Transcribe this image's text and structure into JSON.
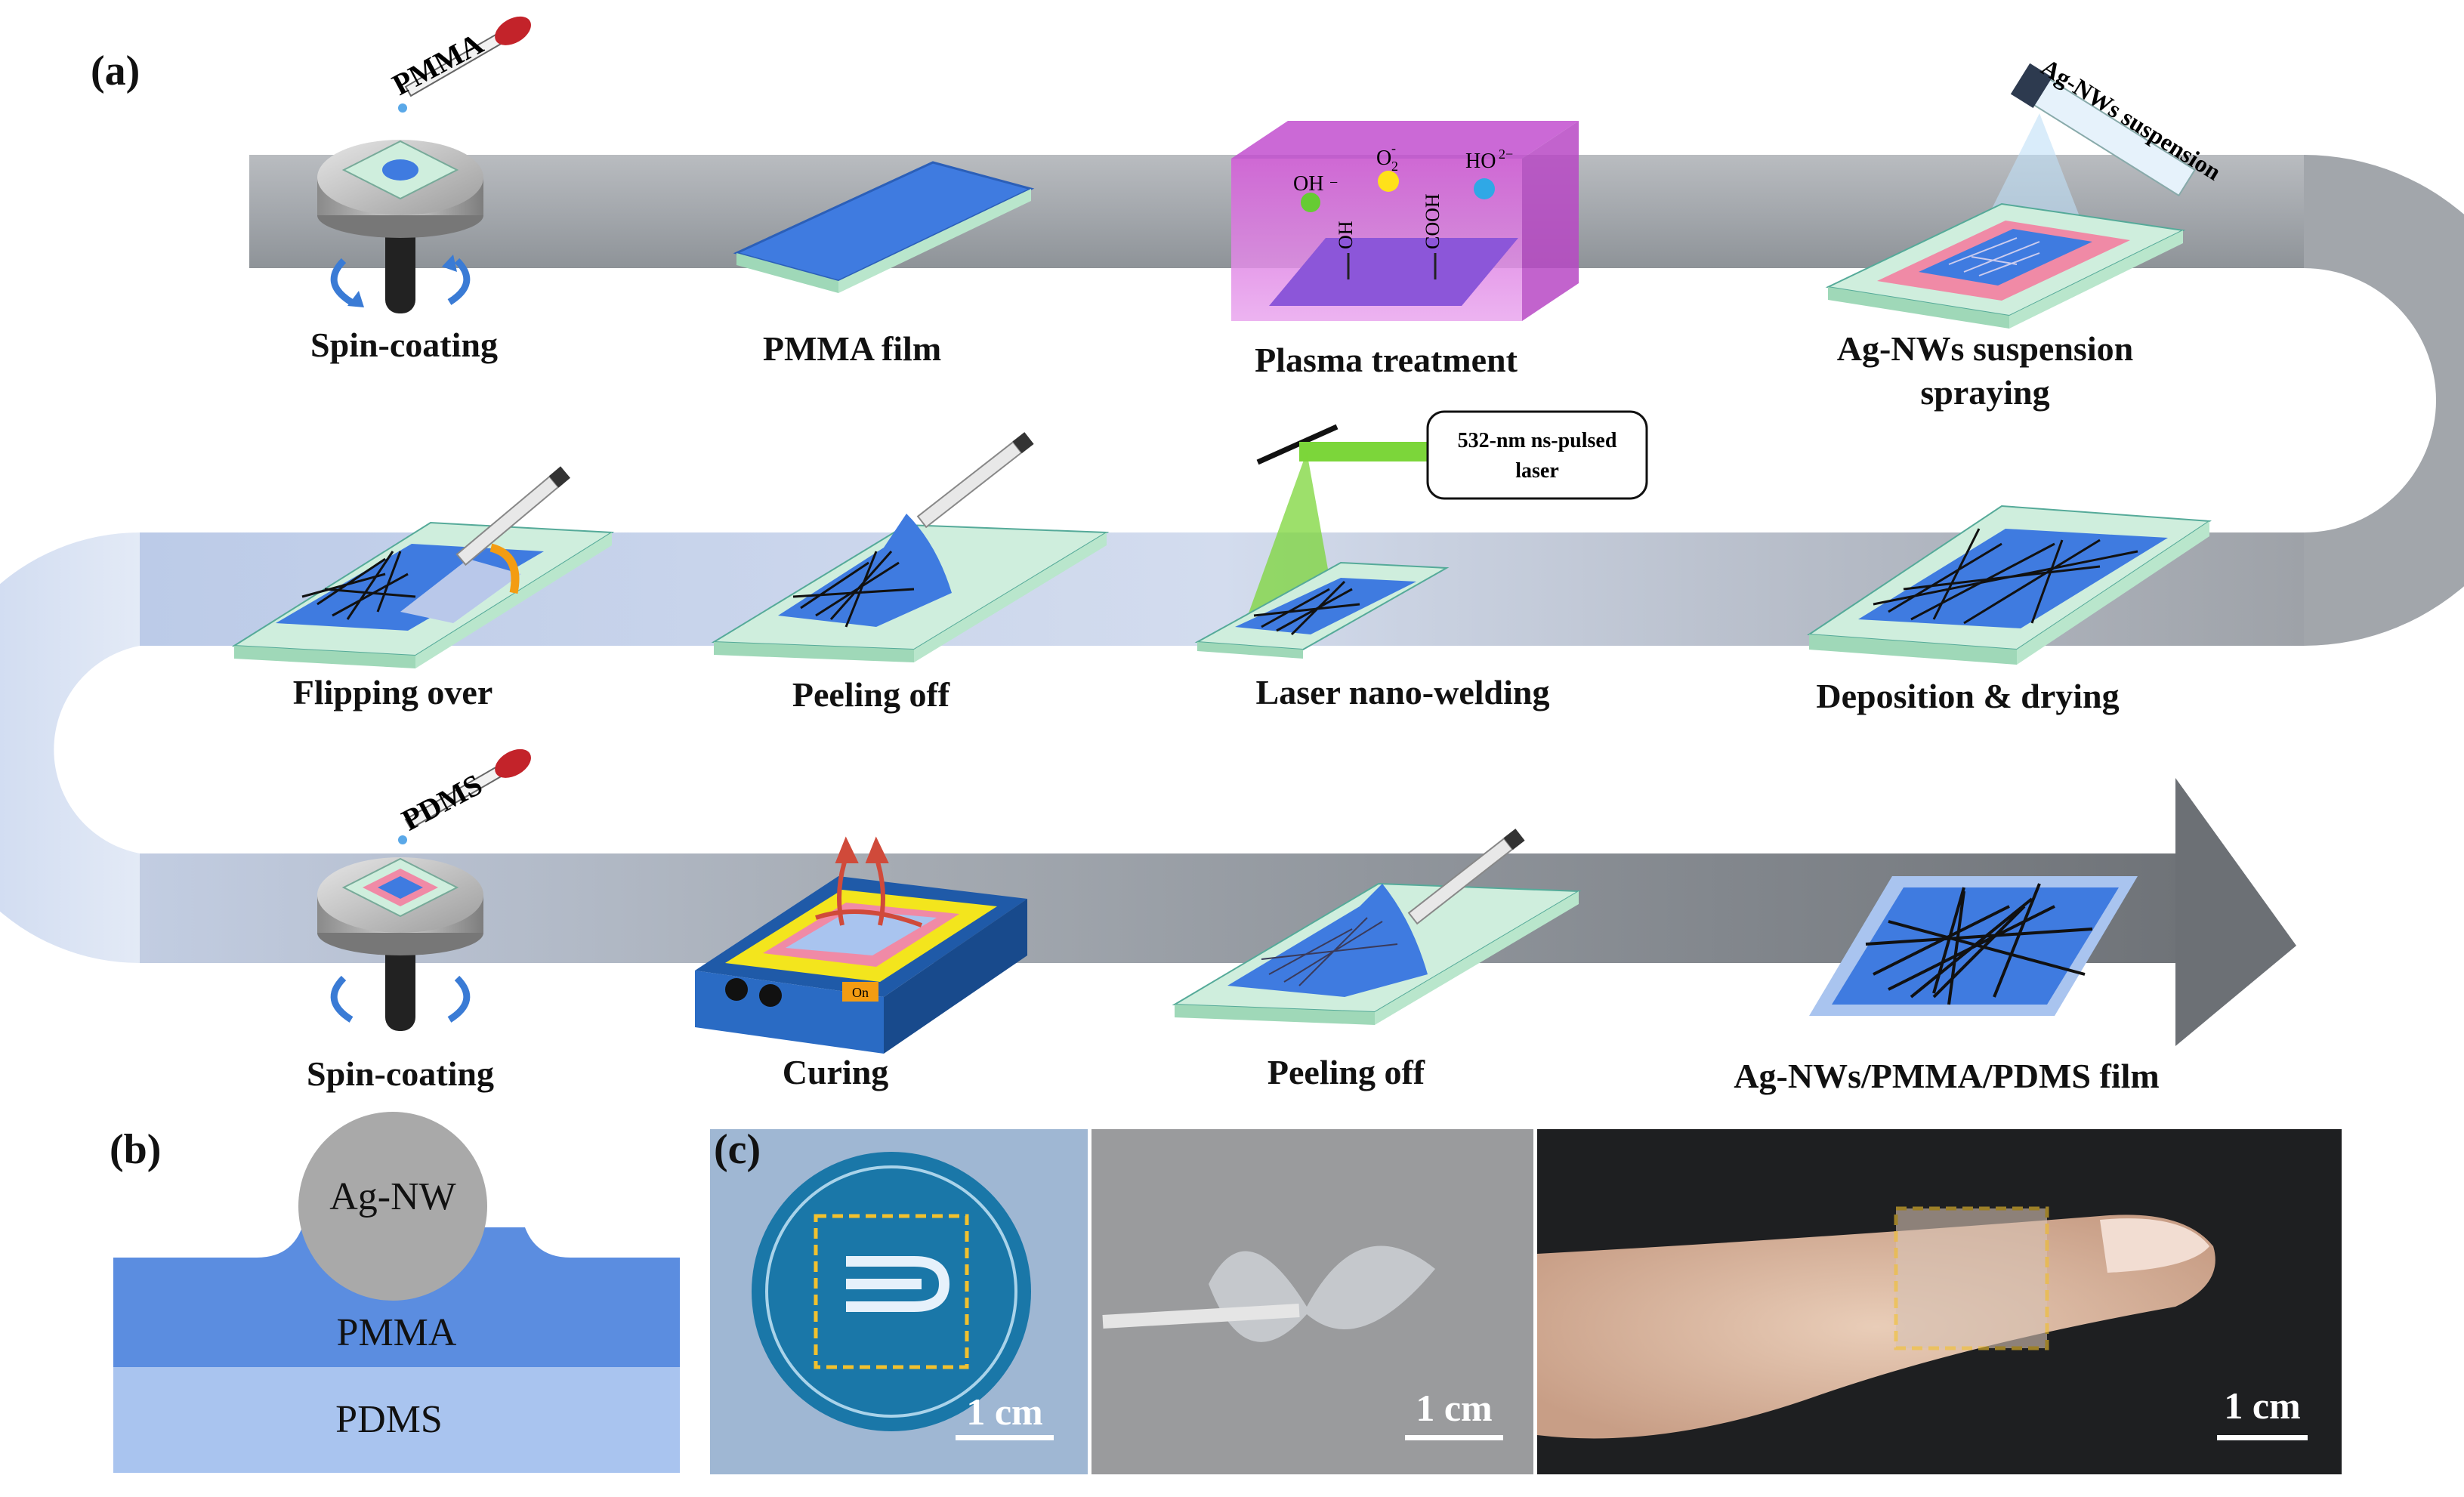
{
  "panels": {
    "a": "(a)",
    "b": "(b)",
    "c": "(c)"
  },
  "steps": {
    "spin_coating_1": "Spin-coating",
    "pmma_film": "PMMA film",
    "plasma": "Plasma treatment",
    "spraying_1": "Ag-NWs suspension",
    "spraying_2": "spraying",
    "flipping": "Flipping over",
    "peeling_1": "Peeling off",
    "laser_weld": "Laser nano-welding",
    "deposition": "Deposition & drying",
    "spin_coating_2": "Spin-coating",
    "curing": "Curing",
    "peeling_2": "Peeling off",
    "final_film": "Ag-NWs/PMMA/PDMS film"
  },
  "reagents": {
    "pmma": "PMMA",
    "pdms": "PDMS",
    "agnw_suspension": "Ag-NWs suspension"
  },
  "plasma_species": {
    "oh_ion": "OH",
    "o2": "O",
    "ho2": "HO",
    "oh_group": "OH",
    "cooh_group": "COOH"
  },
  "laser_box": {
    "line1": "532-nm ns-pulsed",
    "line2": "laser"
  },
  "hotplate_button": "On",
  "cross_section": {
    "wire": "Ag-NW",
    "layer1": "PMMA",
    "layer2": "PDMS"
  },
  "scale_bars": {
    "photo1": "1 cm",
    "photo2": "1 cm",
    "photo3": "1 cm"
  },
  "colors": {
    "path_gray": "#9ea2a8",
    "path_blue": "#c5d4ee",
    "substrate_green": "#cfeedd",
    "pmma_blue": "#3f7be0",
    "plasma_magenta": "#d86fdb",
    "pdms_light": "#a9c4ef",
    "pmma_section": "#5b8de0",
    "wire_gray": "#a9a9a9",
    "scale_dash": "#f2c12e"
  },
  "icons": [
    "spin-coater-icon",
    "dropper-icon",
    "tweezers-icon",
    "spray-bottle-icon",
    "laser-icon",
    "hotplate-icon",
    "heat-arrows-icon",
    "finger-photo"
  ]
}
